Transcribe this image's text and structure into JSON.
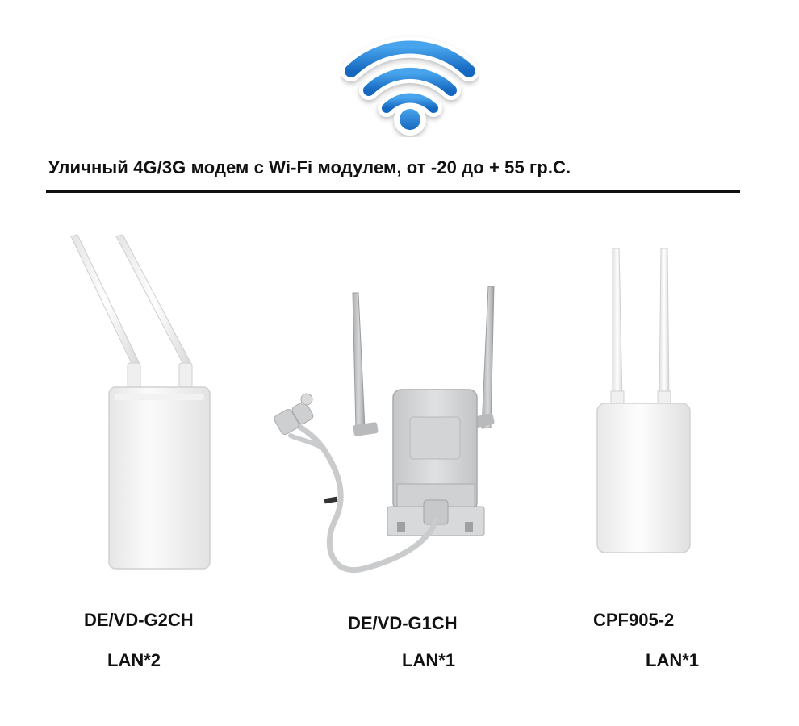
{
  "headline": "Уличный 4G/3G модем с Wi-Fi модулем, от -20 до + 55 гр.С.",
  "icons": {
    "logo": "wifi-icon"
  },
  "colors": {
    "wifi_blue": "#1e7ed4",
    "device_white": "#f6f6f6",
    "device_gray": "#d4d6d8",
    "text": "#111111"
  },
  "products": [
    {
      "model": "DE/VD-G2CH",
      "ports": "LAN*2"
    },
    {
      "model": "DE/VD-G1CH",
      "ports": "LAN*1"
    },
    {
      "model": "CPF905-2",
      "ports": "LAN*1"
    }
  ]
}
